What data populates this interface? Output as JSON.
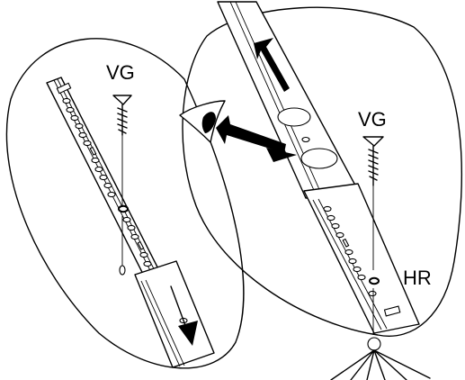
{
  "labels": {
    "screw_left": "VG",
    "screw_right": "VG",
    "rail_right": "HR"
  }
}
